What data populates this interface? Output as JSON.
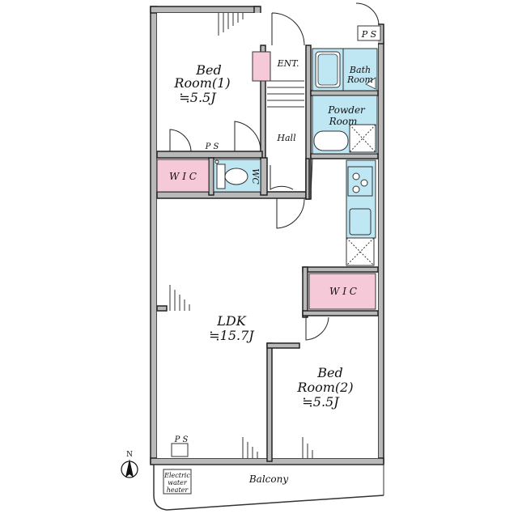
{
  "rooms": {
    "bed1_name": "Bed",
    "bed1_sub": "Room(1)",
    "bed1_area": "≒5.5J",
    "bed2_name": "Bed",
    "bed2_sub": "Room(2)",
    "bed2_area": "≒5.5J",
    "ldk_name": "LDK",
    "ldk_area": "≒15.7J",
    "wic_left": "W I C",
    "wic_right": "W I C",
    "wc": "WC",
    "ent": "ENT.",
    "hall": "Hall",
    "bath_line1": "Bath",
    "bath_line2": "Room",
    "powder_line1": "Powder",
    "powder_line2": "Room",
    "ps_top": "P S",
    "ps_mid": "P S",
    "ps_bottom": "P S",
    "balcony": "Balcony",
    "heater_line1": "Electric",
    "heater_line2": "water",
    "heater_line3": "heater"
  },
  "compass": {
    "label": "N"
  },
  "colors": {
    "wet_area": "#bfe6f3",
    "wic": "#f6c9d8",
    "wall": "#b9b9b9"
  }
}
